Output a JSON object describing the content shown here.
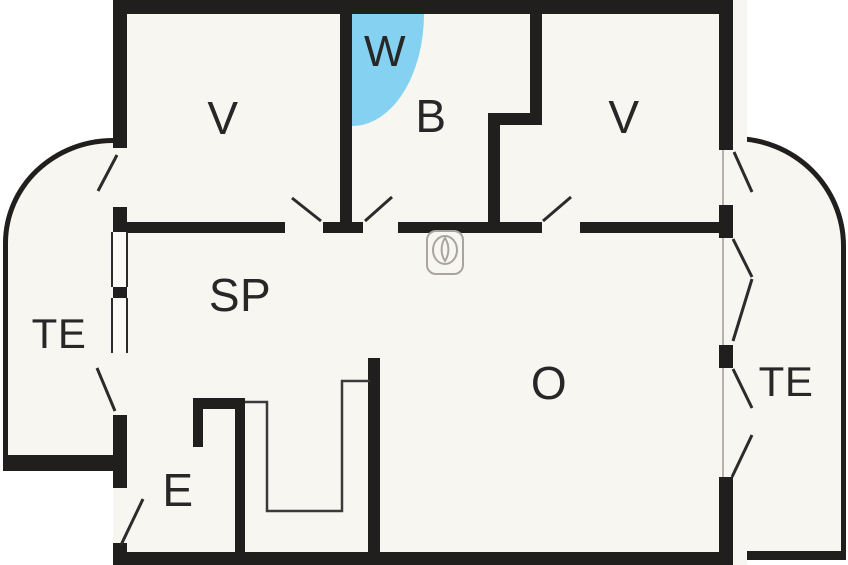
{
  "plan": {
    "type": "apartment-floor-plan",
    "labels": {
      "v_left": "V",
      "w": "W",
      "b": "B",
      "v_right": "V",
      "sp": "SP",
      "o": "O",
      "e": "E",
      "te_left": "TE",
      "te_right": "TE"
    },
    "colors": {
      "wall": "#211e1e",
      "floor": "#f7f6f1",
      "outside": "#ffffff",
      "door_swing_highlight": "#84d1f1",
      "line": "#2b2b2b",
      "fixture_outline": "#a9a59e",
      "label_text": "#272727"
    },
    "icons": [
      "toilet-icon",
      "door-swing-highlight",
      "door-leaf",
      "stair-outline"
    ]
  }
}
